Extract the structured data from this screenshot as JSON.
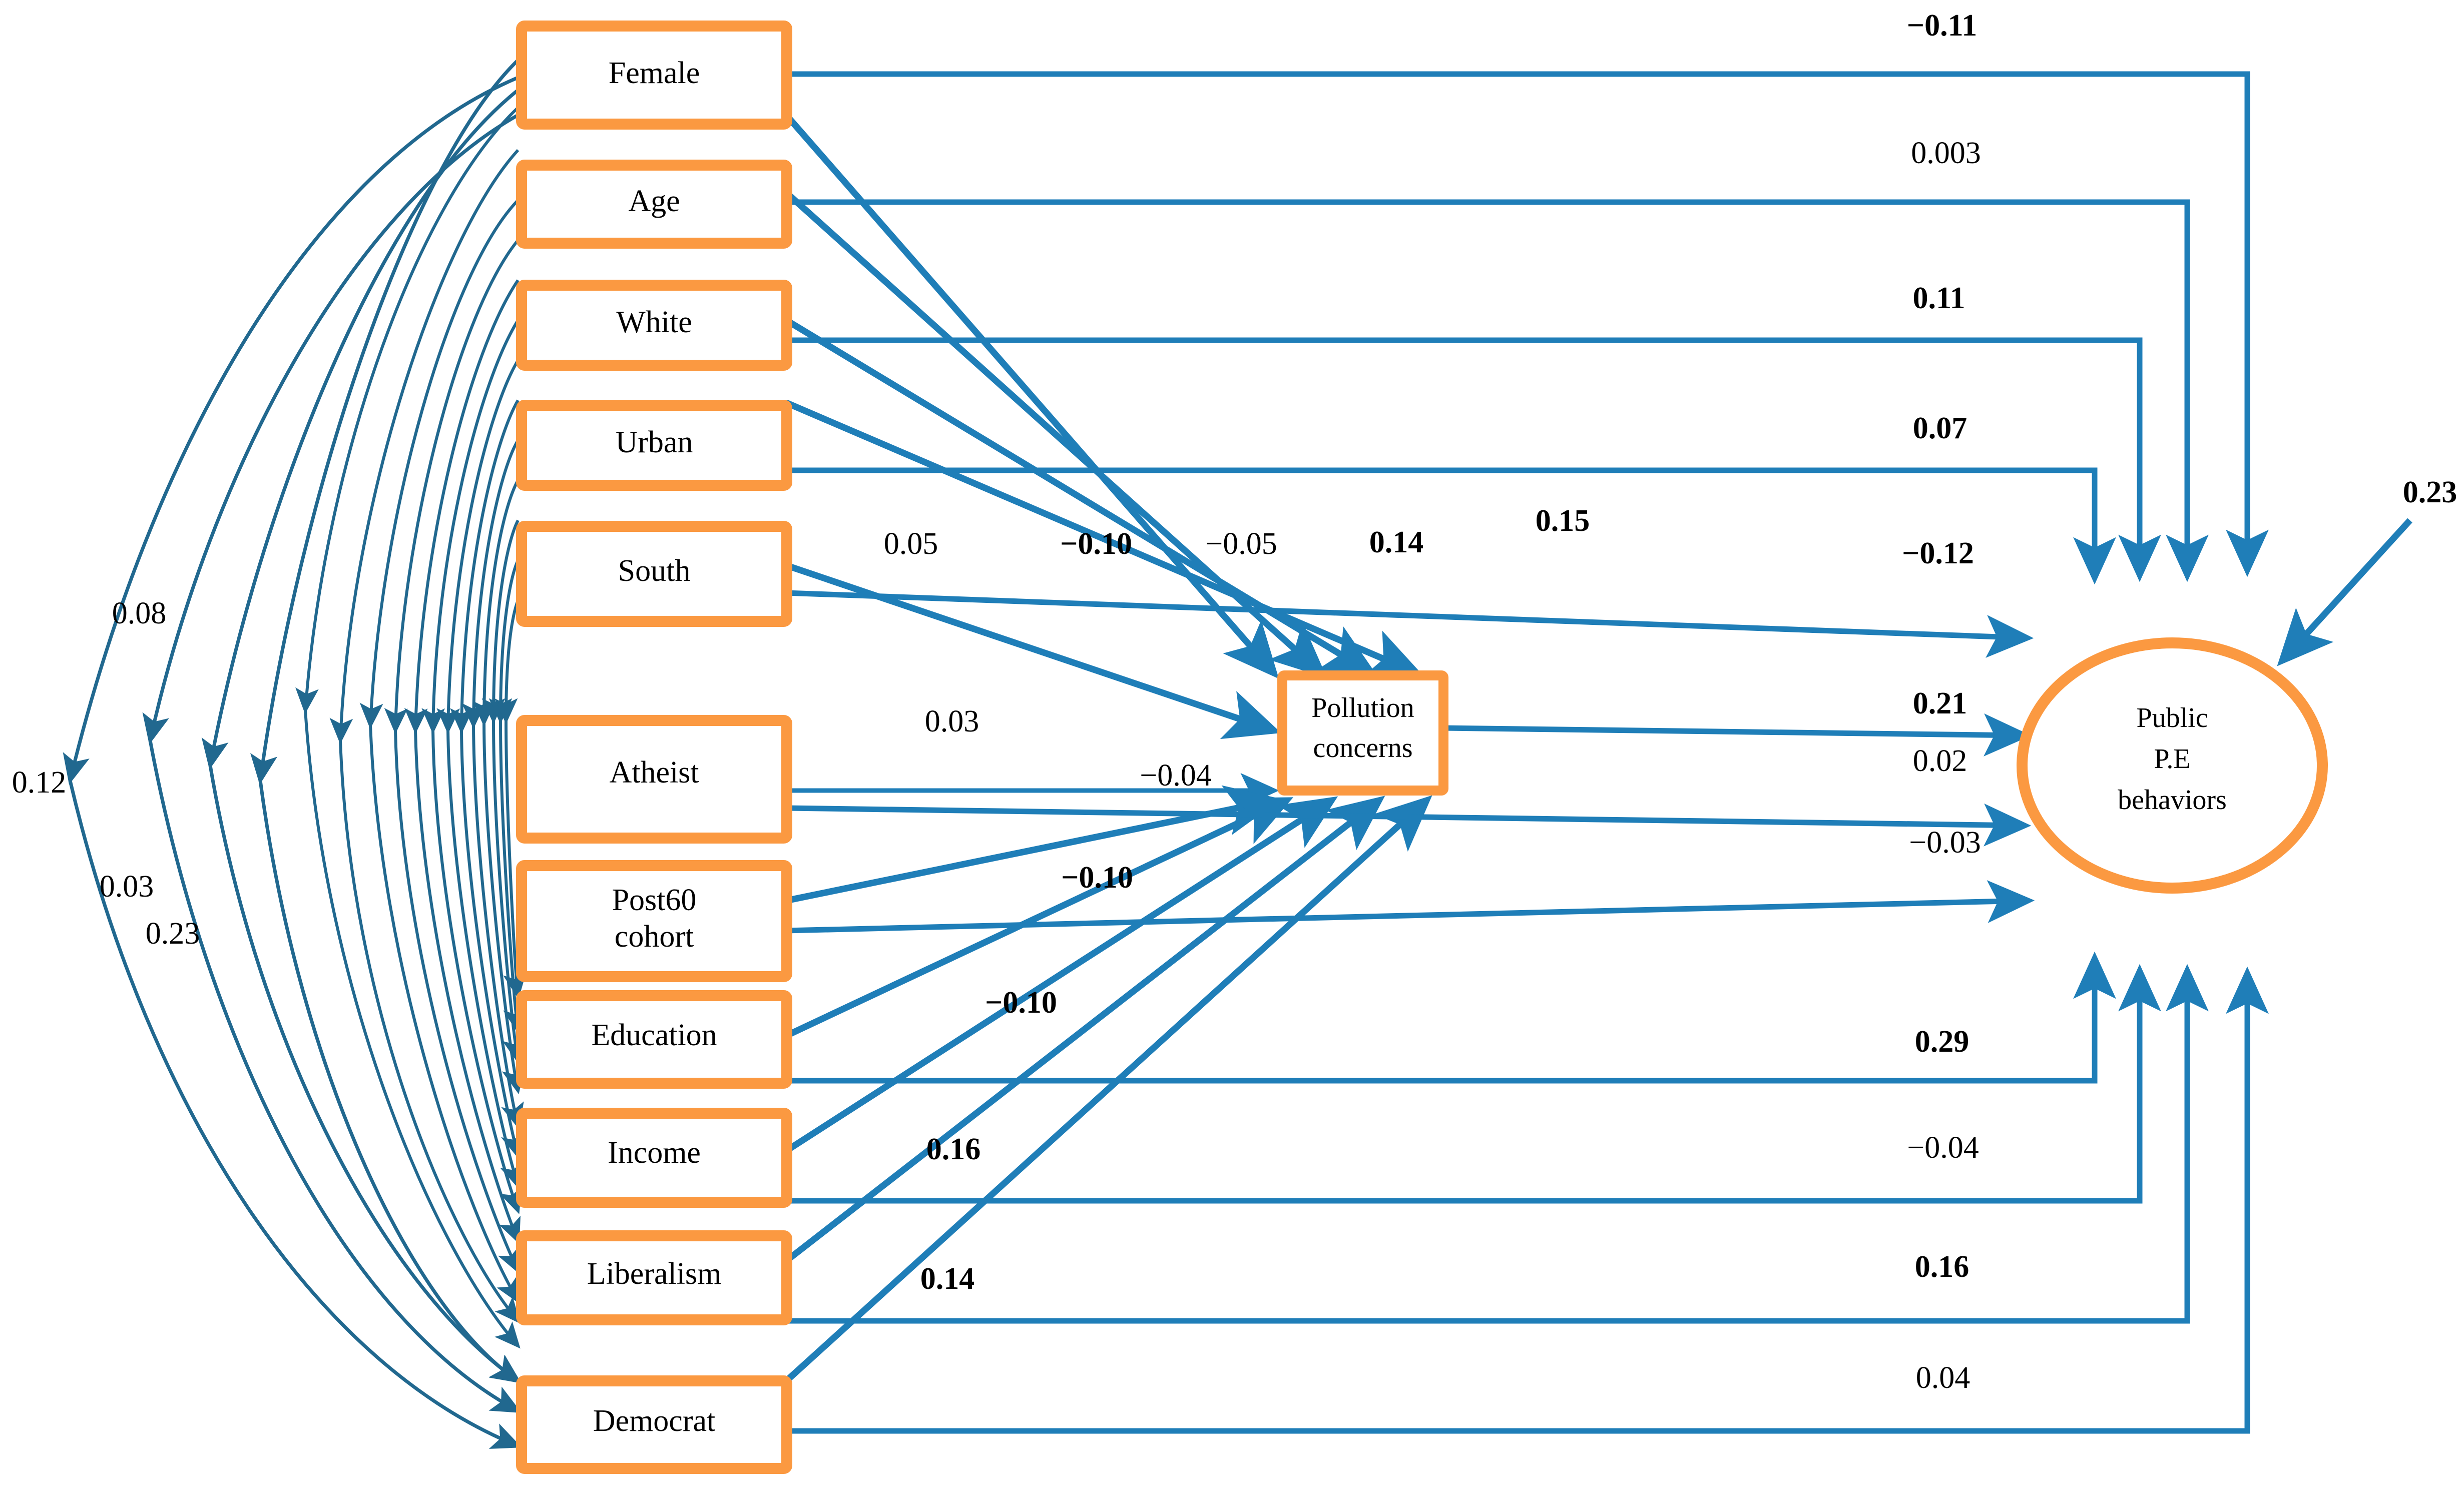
{
  "colors": {
    "node_border": "#FB9941",
    "path": "#1F7EB8",
    "arrowhead": "#1F7EB8",
    "corr_arrowhead": "#21688F",
    "text": "#000000",
    "background": "#FFFFFF"
  },
  "diagram": {
    "type": "path-diagram",
    "exogenous_boxes": [
      {
        "id": "female",
        "label": "Female"
      },
      {
        "id": "age",
        "label": "Age"
      },
      {
        "id": "white",
        "label": "White"
      },
      {
        "id": "urban",
        "label": "Urban"
      },
      {
        "id": "south",
        "label": "South"
      },
      {
        "id": "atheist",
        "label": "Atheist"
      },
      {
        "id": "post60",
        "label": "Post60 cohort",
        "line1": "Post60",
        "line2": "cohort"
      },
      {
        "id": "education",
        "label": "Education"
      },
      {
        "id": "income",
        "label": "Income"
      },
      {
        "id": "liberalism",
        "label": "Liberalism"
      },
      {
        "id": "democrat",
        "label": "Democrat"
      }
    ],
    "mediator": {
      "id": "pollution",
      "label": "Pollution concerns",
      "line1": "Pollution",
      "line2": "concerns"
    },
    "outcome": {
      "id": "publicpe",
      "label": "Public P.E behaviors",
      "line1": "Public",
      "line2": "P.E",
      "line3": "behaviors"
    },
    "correlation_labels": [
      {
        "value": "0.08",
        "bold": false
      },
      {
        "value": "0.12",
        "bold": false
      },
      {
        "value": "0.03",
        "bold": false
      },
      {
        "value": "0.23",
        "bold": false
      }
    ],
    "paths_to_mediator": [
      {
        "from": "south",
        "to": "pollution",
        "value": "0.05",
        "bold": false
      },
      {
        "from": "urban",
        "to": "pollution",
        "value": "−0.10",
        "bold": true
      },
      {
        "from": "white",
        "to": "pollution",
        "value": "−0.05",
        "bold": false
      },
      {
        "from": "age",
        "to": "pollution",
        "value": "0.14",
        "bold": true
      },
      {
        "from": "female",
        "to": "pollution",
        "value": "0.15",
        "bold": true
      },
      {
        "from": "atheist",
        "to": "pollution",
        "value": "0.03",
        "bold": false
      },
      {
        "from": "post60",
        "to": "pollution",
        "value": "−0.04",
        "bold": false
      },
      {
        "from": "education",
        "to": "pollution",
        "value": "−0.10",
        "bold": true
      },
      {
        "from": "income",
        "to": "pollution",
        "value": "−0.10",
        "bold": true
      },
      {
        "from": "liberalism",
        "to": "pollution",
        "value": "0.16",
        "bold": true
      },
      {
        "from": "democrat",
        "to": "pollution",
        "value": "0.14",
        "bold": true
      }
    ],
    "paths_to_outcome": [
      {
        "from": "female",
        "to": "publicpe",
        "value": "−0.11",
        "bold": true
      },
      {
        "from": "age",
        "to": "publicpe",
        "value": "0.003",
        "bold": false
      },
      {
        "from": "white",
        "to": "publicpe",
        "value": "0.11",
        "bold": true
      },
      {
        "from": "urban",
        "to": "publicpe",
        "value": "0.07",
        "bold": true
      },
      {
        "from": "south",
        "to": "publicpe",
        "value": "−0.12",
        "bold": true
      },
      {
        "from": "pollution",
        "to": "publicpe",
        "value": "0.21",
        "bold": true
      },
      {
        "from": "atheist",
        "to": "publicpe",
        "value": "0.02",
        "bold": false
      },
      {
        "from": "post60",
        "to": "publicpe",
        "value": "−0.03",
        "bold": false
      },
      {
        "from": "education",
        "to": "publicpe",
        "value": "0.29",
        "bold": true
      },
      {
        "from": "income",
        "to": "publicpe",
        "value": "−0.04",
        "bold": false
      },
      {
        "from": "liberalism",
        "to": "publicpe",
        "value": "0.16",
        "bold": true
      },
      {
        "from": "democrat",
        "to": "publicpe",
        "value": "0.04",
        "bold": false
      }
    ],
    "disturbance": {
      "target": "publicpe",
      "value": "0.23",
      "bold": true
    }
  }
}
